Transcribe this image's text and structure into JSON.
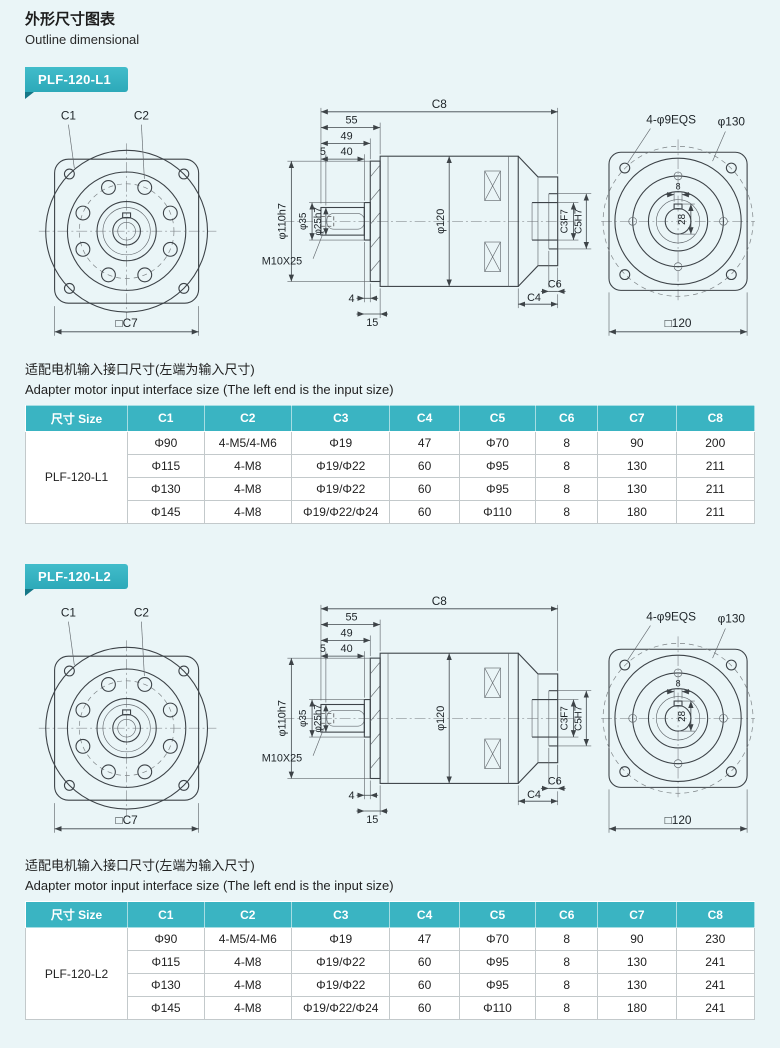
{
  "page": {
    "title_cn": "外形尺寸图表",
    "title_en": "Outline dimensional"
  },
  "drawing": {
    "labels": {
      "c1": "C1",
      "c2": "C2",
      "c7": "□C7",
      "c8": "C8",
      "l55": "55",
      "l49": "49",
      "l5": "5",
      "l40": "40",
      "d35": "φ35",
      "d25": "φ25h7",
      "d110": "φ110h7",
      "thread": "M10X25",
      "d120": "φ120",
      "l4": "4",
      "l15": "15",
      "c4": "C4",
      "c6": "C6",
      "c3": "C3F7",
      "c5": "C5H7",
      "holes": "4-φ9EQS",
      "d130": "φ130",
      "l28": "28",
      "l8": "8",
      "sq120": "□120"
    }
  },
  "sections": [
    {
      "badge": "PLF-120-L1",
      "note_cn": "适配电机输入接口尺寸(左端为输入尺寸)",
      "note_en": "Adapter motor input interface size (The left end is the input size)",
      "table": {
        "headers": [
          "尺寸 Size",
          "C1",
          "C2",
          "C3",
          "C4",
          "C5",
          "C6",
          "C7",
          "C8"
        ],
        "model": "PLF-120-L1",
        "rows": [
          [
            "Φ90",
            "4-M5/4-M6",
            "Φ19",
            "47",
            "Φ70",
            "8",
            "90",
            "200"
          ],
          [
            "Φ115",
            "4-M8",
            "Φ19/Φ22",
            "60",
            "Φ95",
            "8",
            "130",
            "211"
          ],
          [
            "Φ130",
            "4-M8",
            "Φ19/Φ22",
            "60",
            "Φ95",
            "8",
            "130",
            "211"
          ],
          [
            "Φ145",
            "4-M8",
            "Φ19/Φ22/Φ24",
            "60",
            "Φ110",
            "8",
            "180",
            "211"
          ]
        ]
      }
    },
    {
      "badge": "PLF-120-L2",
      "note_cn": "适配电机输入接口尺寸(左端为输入尺寸)",
      "note_en": "Adapter motor input interface size (The left end is the input size)",
      "table": {
        "headers": [
          "尺寸 Size",
          "C1",
          "C2",
          "C3",
          "C4",
          "C5",
          "C6",
          "C7",
          "C8"
        ],
        "model": "PLF-120-L2",
        "rows": [
          [
            "Φ90",
            "4-M5/4-M6",
            "Φ19",
            "47",
            "Φ70",
            "8",
            "90",
            "230"
          ],
          [
            "Φ115",
            "4-M8",
            "Φ19/Φ22",
            "60",
            "Φ95",
            "8",
            "130",
            "241"
          ],
          [
            "Φ130",
            "4-M8",
            "Φ19/Φ22",
            "60",
            "Φ95",
            "8",
            "130",
            "241"
          ],
          [
            "Φ145",
            "4-M8",
            "Φ19/Φ22/Φ24",
            "60",
            "Φ110",
            "8",
            "180",
            "241"
          ]
        ]
      }
    }
  ]
}
